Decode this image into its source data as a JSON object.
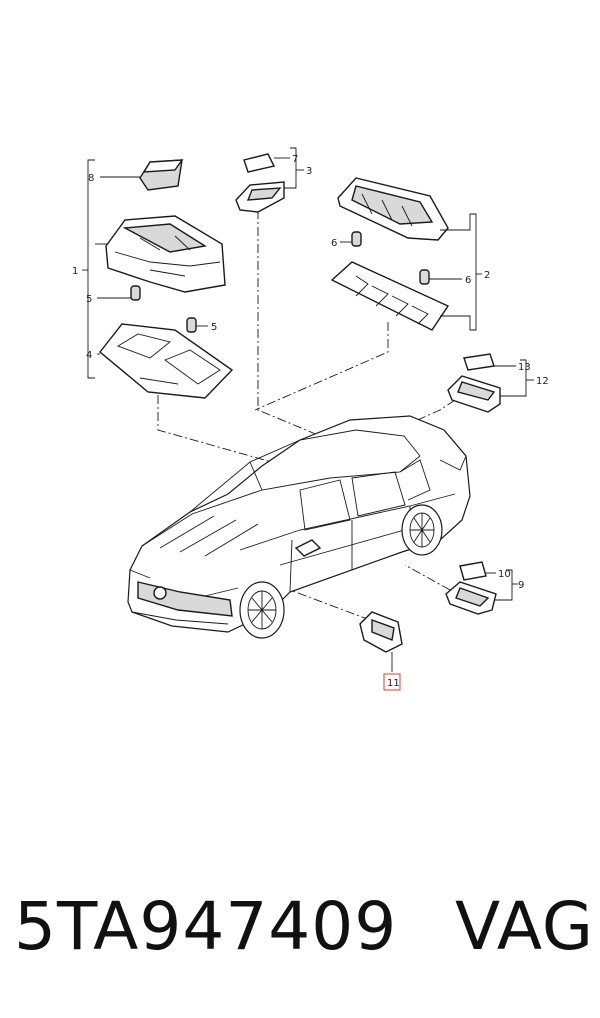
{
  "diagram": {
    "callouts": {
      "c1": "1",
      "c2": "2",
      "c3": "3",
      "c4": "4",
      "c5a": "5",
      "c5b": "5",
      "c6a": "6",
      "c6b": "6",
      "c7": "7",
      "c8": "8",
      "c9": "9",
      "c10": "10",
      "c11": "11",
      "c12": "12",
      "c13": "13"
    },
    "highlight_color": "#e53935"
  },
  "caption": {
    "part_number": "5TA947409",
    "brand": "VAG"
  }
}
